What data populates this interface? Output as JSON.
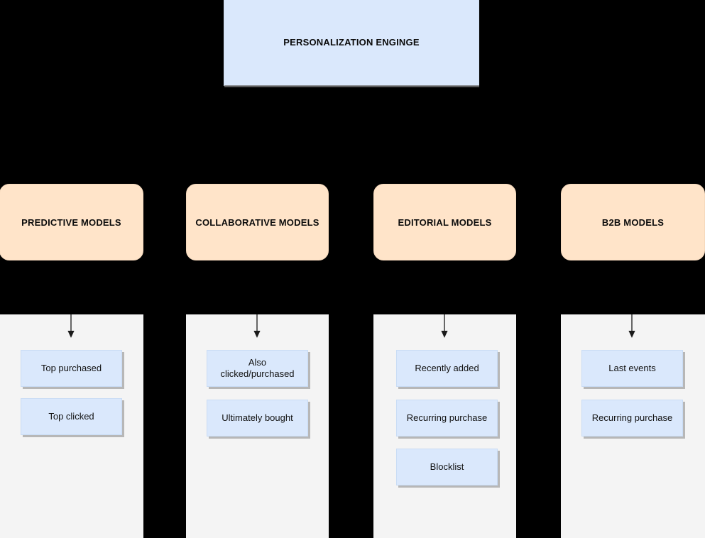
{
  "diagram": {
    "title": "PERSONALIZATION ENGINGE",
    "background_color": "#000000",
    "engine_color": "#dae8fc",
    "model_color": "#ffe4c9",
    "panel_color": "#f4f4f4",
    "arrow_color": "#666666",
    "engine": {
      "label": "PERSONALIZATION ENGINGE"
    },
    "columns": [
      {
        "model_label": "PREDICTIVE MODELS",
        "items": [
          {
            "label": "Top purchased"
          },
          {
            "label": "Top clicked"
          }
        ]
      },
      {
        "model_label": "COLLABORATIVE MODELS",
        "items": [
          {
            "label": "Also\nclicked/purchased"
          },
          {
            "label": "Ultimately bought"
          }
        ]
      },
      {
        "model_label": "EDITORIAL MODELS",
        "items": [
          {
            "label": "Recently added"
          },
          {
            "label": "Recurring purchase"
          },
          {
            "label": "Blocklist"
          }
        ]
      },
      {
        "model_label": "B2B MODELS",
        "items": [
          {
            "label": "Last events"
          },
          {
            "label": "Recurring purchase"
          }
        ]
      }
    ]
  }
}
